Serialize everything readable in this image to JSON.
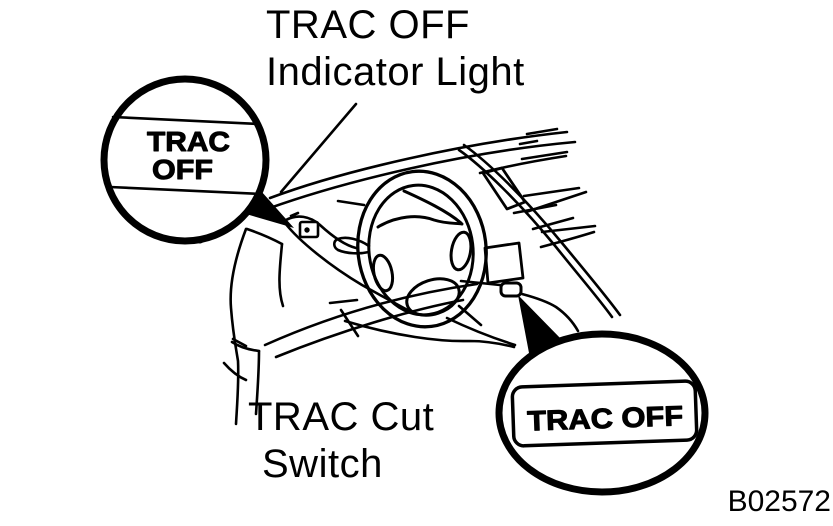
{
  "figure": {
    "title": {
      "line1": "TRAC OFF",
      "line2": "Indicator Light"
    },
    "switch_label": {
      "line1": "TRAC Cut",
      "line2": "Switch"
    },
    "code": "B02572",
    "callout_indicator": {
      "label_line1": "TRAC",
      "label_line2": "OFF"
    },
    "callout_switch": {
      "label": "TRAC OFF"
    },
    "colors": {
      "ink": "#000000",
      "paper": "#ffffff"
    }
  }
}
